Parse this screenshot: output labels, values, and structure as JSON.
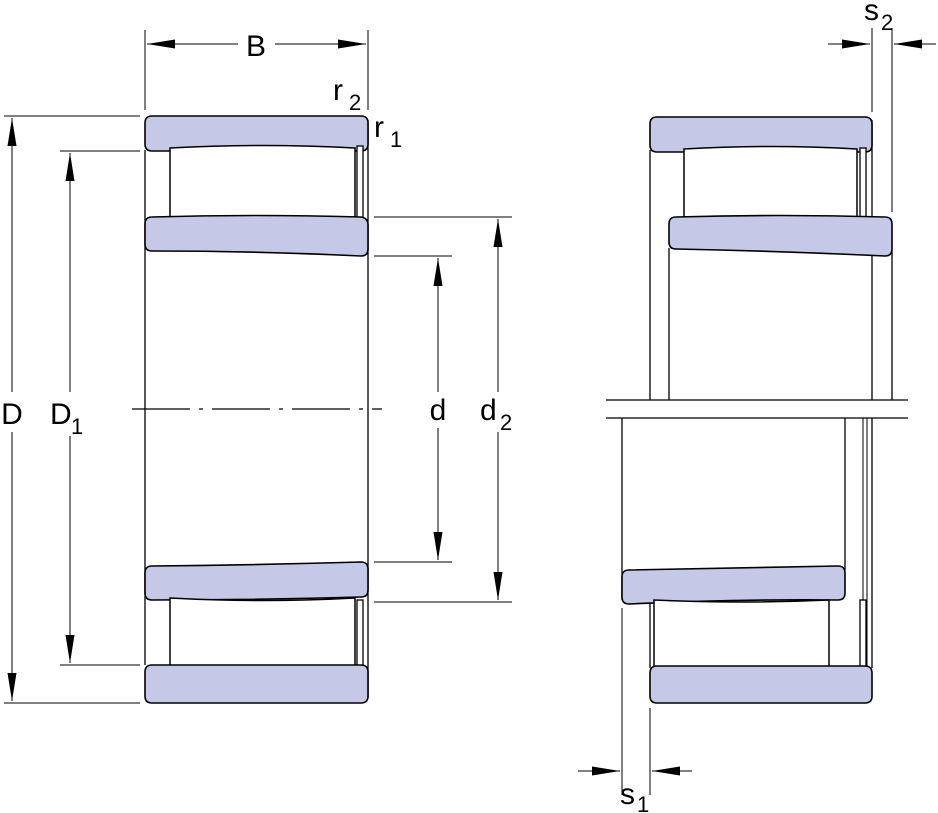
{
  "colors": {
    "ring_fill": "#c5c8e6",
    "line": "#000000",
    "background": "#ffffff"
  },
  "labels": {
    "B": "B",
    "r2": {
      "base": "r",
      "sub": "2"
    },
    "r1": {
      "base": "r",
      "sub": "1"
    },
    "D": "D",
    "D1": {
      "base": "D",
      "sub": "1"
    },
    "d": "d",
    "d2": {
      "base": "d",
      "sub": "2"
    },
    "s2": {
      "base": "s",
      "sub": "2"
    },
    "s1": {
      "base": "s",
      "sub": "1"
    }
  }
}
